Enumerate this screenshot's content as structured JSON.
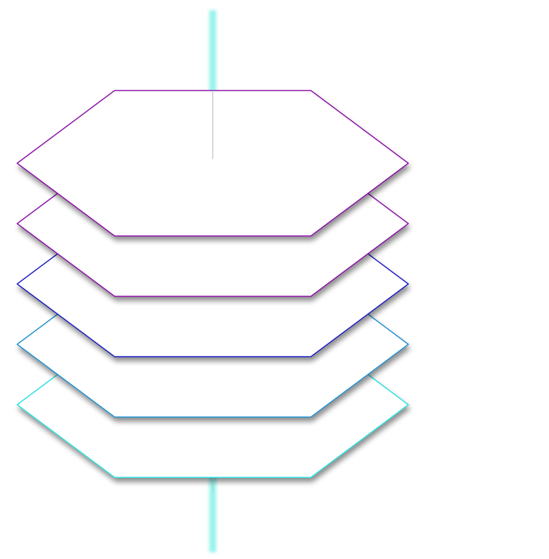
{
  "diagram": {
    "type": "stacked-hexagon-layers",
    "layer_count": 5,
    "axis_glow_color": "#40e8e0",
    "center_line_color": "#b0b0b0",
    "layers": [
      {
        "name": "layer-1",
        "stroke_color": "#8a0fa8"
      },
      {
        "name": "layer-2",
        "stroke_color": "#8a0fa8"
      },
      {
        "name": "layer-3",
        "stroke_color": "#1a1ac0"
      },
      {
        "name": "layer-4",
        "stroke_color": "#1a90d0"
      },
      {
        "name": "layer-5",
        "stroke_color": "#2ae0e0"
      }
    ]
  }
}
